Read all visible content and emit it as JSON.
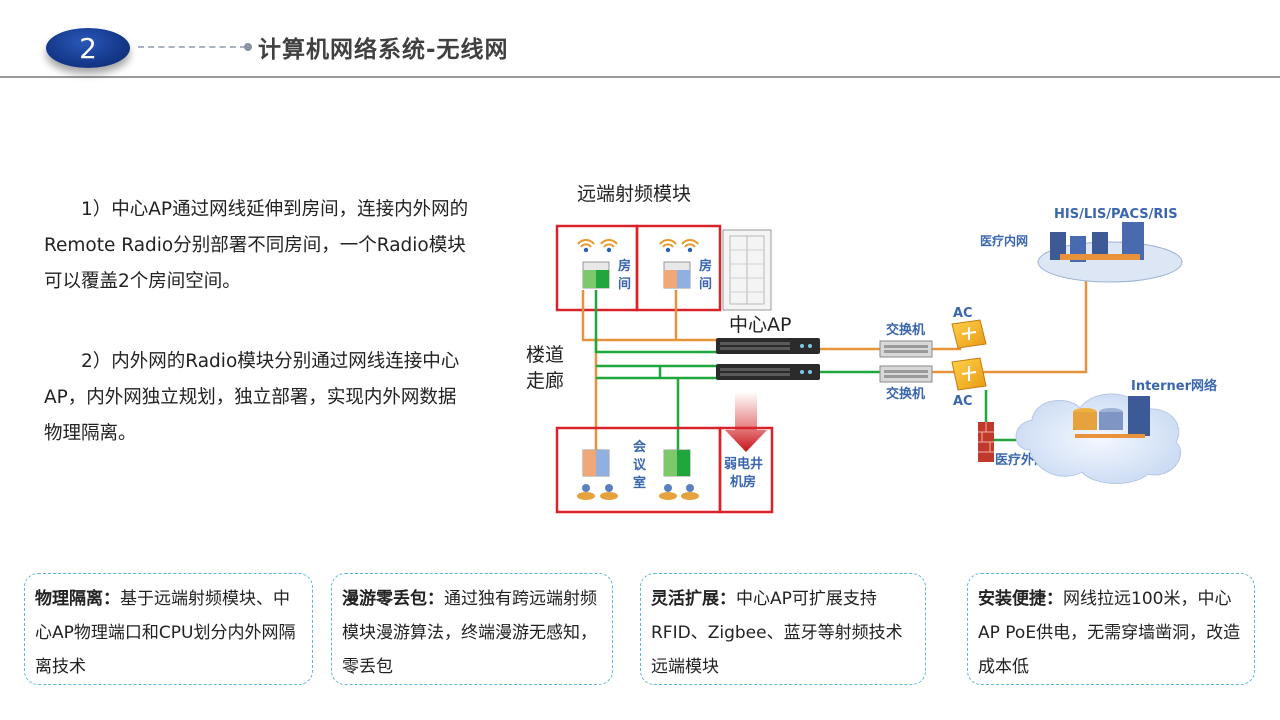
{
  "header": {
    "section_number": "2",
    "title": "计算机网络系统-无线网"
  },
  "paragraphs": [
    "1）中心AP通过网线延伸到房间，连接内外网的Remote Radio分别部署不同房间，一个Radio模块可以覆盖2个房间空间。",
    "2）内外网的Radio模块分别通过网线连接中心AP，内外网独立规划，独立部署，实现内外网数据物理隔离。"
  ],
  "diagram": {
    "remote_radio_label": "远端射频模块",
    "room_label_1": "房",
    "room_label_2": "间",
    "corridor_label_1": "楼道",
    "corridor_label_2": "走廊",
    "central_ap_label": "中心AP",
    "meeting_room_1": "会",
    "meeting_room_2": "议",
    "meeting_room_3": "室",
    "weak_room_1": "弱电井",
    "weak_room_2": "机房",
    "switch_label": "交换机",
    "ac_label": "AC",
    "his_label": "HIS/LIS/PACS/RIS",
    "intranet_label": "医疗内网",
    "internet_label": "Interner网络",
    "extranet_label": "医疗外网",
    "colors": {
      "red_box": "#d9232a",
      "orange_line": "#e8923c",
      "green_line": "#1fa63c",
      "label_blue": "#3a66b0"
    }
  },
  "cards": [
    {
      "title": "物理隔离：",
      "text": "基于远端射频模块、中心AP物理端口和CPU划分内外网隔离技术"
    },
    {
      "title": "漫游零丢包：",
      "text": "通过独有跨远端射频模块漫游算法，终端漫游无感知，零丢包"
    },
    {
      "title": "灵活扩展：",
      "text": "中心AP可扩展支持RFID、Zigbee、蓝牙等射频技术远端模块"
    },
    {
      "title": "安装便捷：",
      "text": "网线拉远100米，中心AP PoE供电，无需穿墙凿洞，改造成本低"
    }
  ]
}
